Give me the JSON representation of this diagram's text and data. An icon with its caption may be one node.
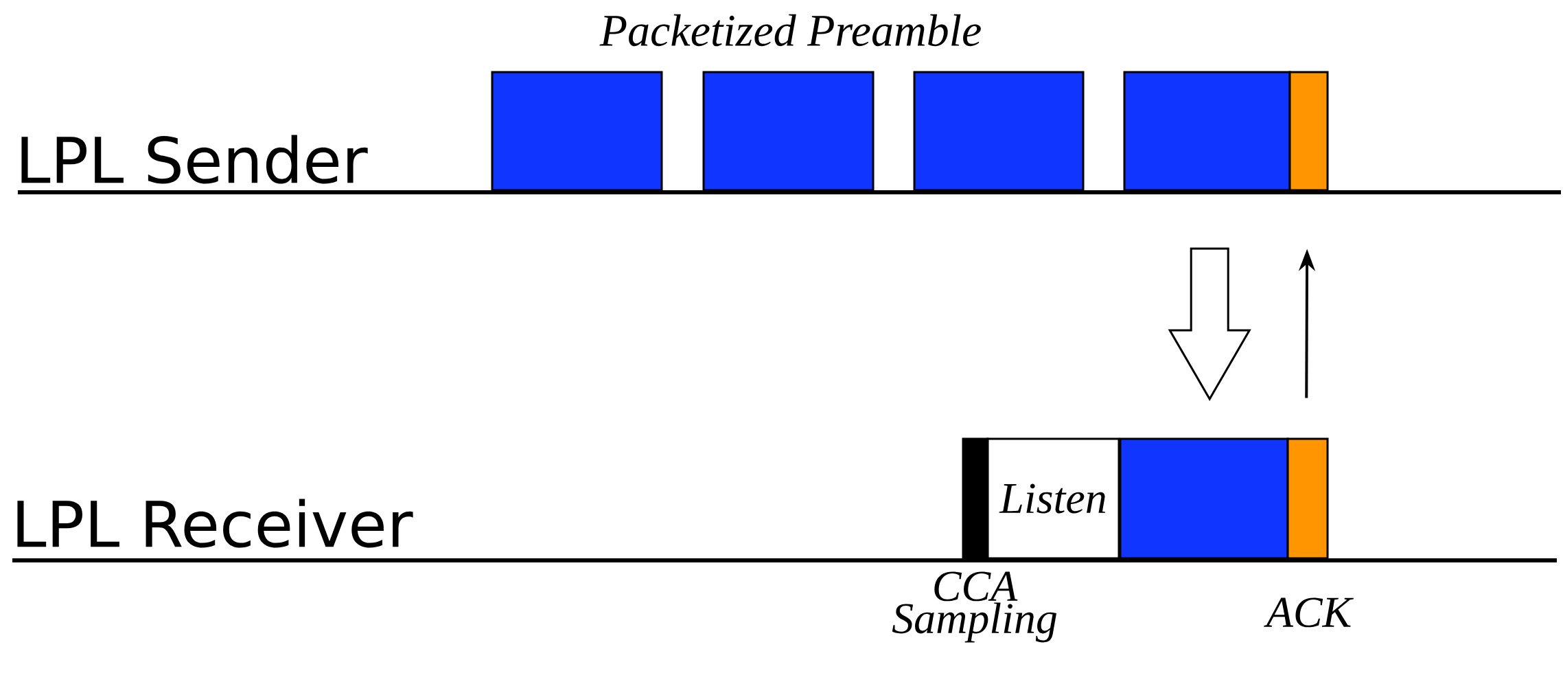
{
  "diagram": {
    "nodes": [
      {
        "text": [],
        "shape": "box"
      },
      {
        "text": [],
        "shape": "box"
      },
      {
        "text": [],
        "shape": "box"
      },
      {
        "text": [],
        "shape": "box"
      },
      {
        "text": [],
        "shape": "box"
      },
      {
        "text": [],
        "shape": "box",
        "beside": [
          "CCA Sampling"
        ]
      },
      {
        "text": [
          "Listen"
        ]
      },
      {
        "text": [],
        "shape": "box"
      },
      {
        "text": [],
        "shape": "box",
        "beside": [
          "ACK"
        ]
      }
    ],
    "edges": [
      {
        "from": 3,
        "to": 7,
        "arrow": "to",
        "style": "thick"
      },
      {
        "from": 8,
        "to": 4,
        "arrow": "to"
      }
    ],
    "labels": [
      "Packetized Preamble",
      "LPL Sender",
      "LPL Receiver"
    ]
  }
}
